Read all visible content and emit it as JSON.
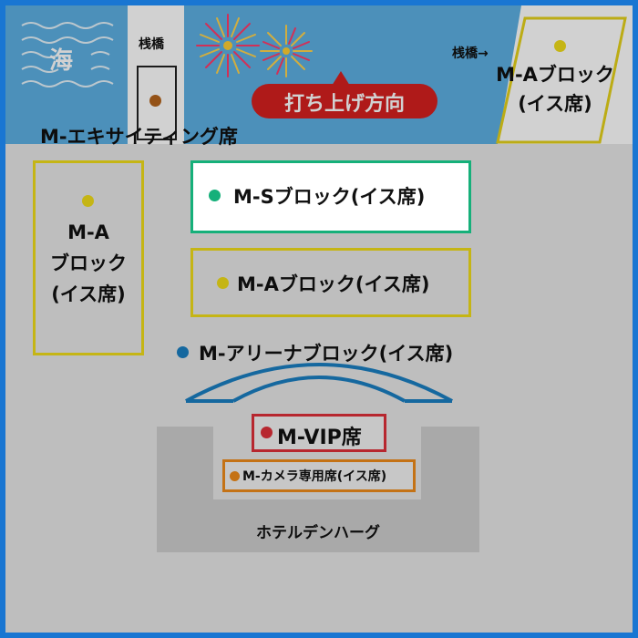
{
  "labels": {
    "sea": "海",
    "pier_left": "桟橋",
    "pier_right": "桟橋→",
    "firework_direction": "打ち上げ方向",
    "excite_seats": "M-エキサイティング席",
    "block_ma_right": "M-Aブロック\n(イス席)",
    "block_ma_left": "M-A\nブロック\n(イス席)",
    "block_ms": "M-Sブロック(イス席)",
    "block_ma_center": "M-Aブロック(イス席)",
    "block_arena": "M-アリーナブロック(イス席)",
    "block_vip": "M-VIP席",
    "block_camera": "M-カメラ専用席(イス席)",
    "hotel": "ホテルデンハーグ"
  },
  "colors": {
    "frame": "#1976d2",
    "sea": "#5db0e3",
    "ground": "#e8e8e8",
    "ma_yellow": "#f1dd1a",
    "ms_green": "#16b07a",
    "arena_blue": "#1a7fc2",
    "vip_red": "#e0303a",
    "camera_orange": "#f08c1a",
    "direction_red": "#d6201f",
    "hotel_gray": "#cfcfcf"
  },
  "icons": {
    "fireworks": "fireworks-icon",
    "wave": "wave-icon"
  }
}
